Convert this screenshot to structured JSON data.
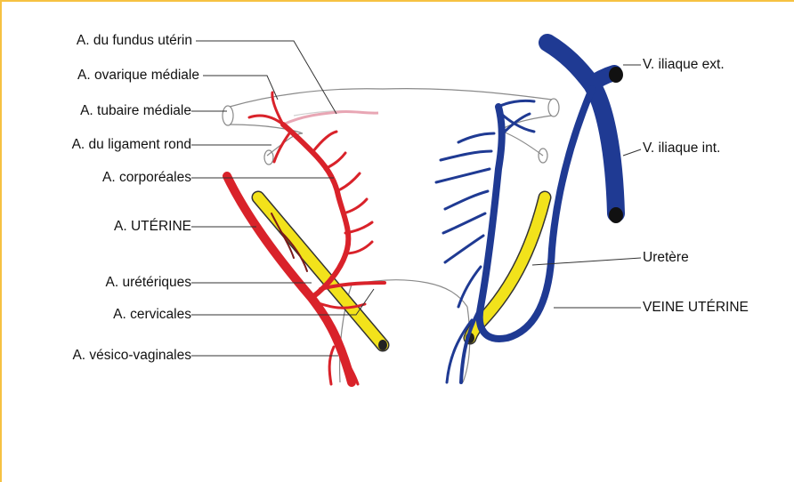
{
  "colors": {
    "frame": "#f6c242",
    "artery": "#d9222a",
    "vein": "#1f3a93",
    "ureter": "#f2e21b",
    "outline": "#8a8a8a",
    "leader": "#333333"
  },
  "labels_left": [
    {
      "id": "fundus",
      "text": "A. du fundus utérin"
    },
    {
      "id": "ovarique",
      "text": "A. ovarique médiale"
    },
    {
      "id": "tubaire",
      "text": "A. tubaire médiale"
    },
    {
      "id": "ligament",
      "text": "A. du ligament rond"
    },
    {
      "id": "corporeales",
      "text": "A. corporéales"
    },
    {
      "id": "uterine",
      "text": "A. UTÉRINE"
    },
    {
      "id": "ureteriques",
      "text": "A. urétériques"
    },
    {
      "id": "cervicales",
      "text": "A. cervicales"
    },
    {
      "id": "vesico",
      "text": "A. vésico-vaginales"
    }
  ],
  "labels_right": [
    {
      "id": "iliaque_ext",
      "text": "V. iliaque ext."
    },
    {
      "id": "iliaque_int",
      "text": "V. iliaque int."
    },
    {
      "id": "uretere",
      "text": "Uretère"
    },
    {
      "id": "veine_uterine",
      "text": "VEINE UTÉRINE"
    }
  ]
}
